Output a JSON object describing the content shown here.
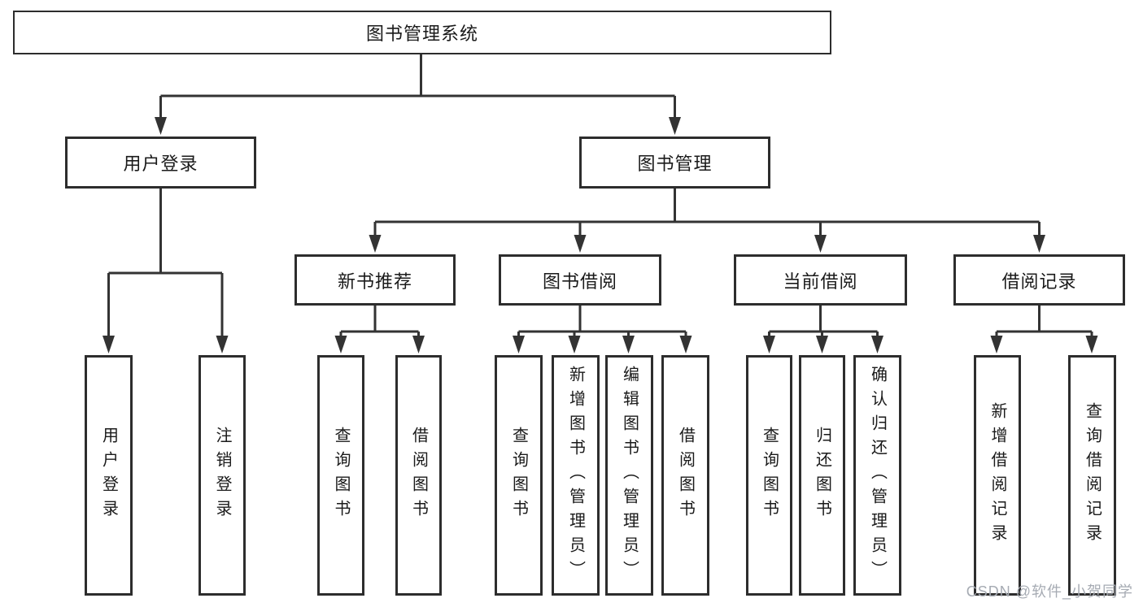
{
  "diagram": {
    "root": {
      "label": "图书管理系统"
    },
    "branches": [
      {
        "label": "用户登录",
        "children": [
          {
            "label": "用户登录"
          },
          {
            "label": "注销登录"
          }
        ]
      },
      {
        "label": "图书管理",
        "children": [
          {
            "label": "新书推荐",
            "children": [
              {
                "label": "查询图书"
              },
              {
                "label": "借阅图书"
              }
            ]
          },
          {
            "label": "图书借阅",
            "children": [
              {
                "label": "查询图书"
              },
              {
                "label": "新增图书（管理员）"
              },
              {
                "label": "编辑图书（管理员）"
              },
              {
                "label": "借阅图书"
              }
            ]
          },
          {
            "label": "当前借阅",
            "children": [
              {
                "label": "查询图书"
              },
              {
                "label": "归还图书"
              },
              {
                "label": "确认归还（管理员）"
              }
            ]
          },
          {
            "label": "借阅记录",
            "children": [
              {
                "label": "新增借阅记录"
              },
              {
                "label": "查询借阅记录"
              }
            ]
          }
        ]
      }
    ]
  },
  "colors": {
    "line": "#333333",
    "box_border": "#2d2d2d",
    "text": "#1a1a1a",
    "background": "#ffffff",
    "watermark": "#a6abb3"
  },
  "watermark": {
    "text": "CSDN @软件_小贺同学"
  }
}
